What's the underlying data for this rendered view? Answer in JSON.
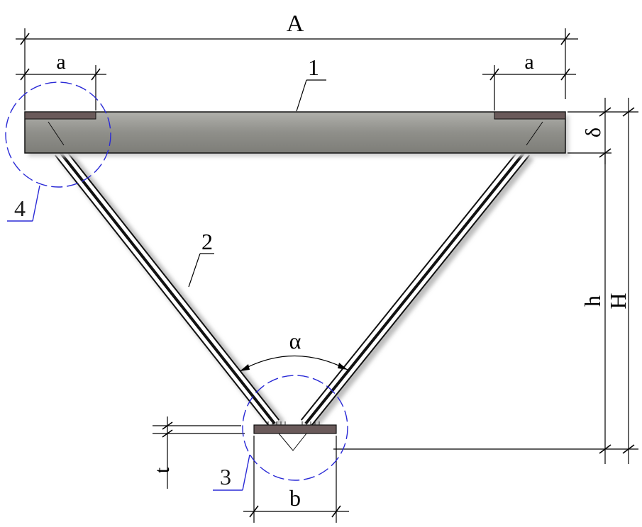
{
  "labels": {
    "A": "A",
    "a_left": "a",
    "a_right": "a",
    "b": "b",
    "t": "t",
    "h": "h",
    "H": "H",
    "delta": "δ",
    "alpha": "α"
  },
  "callouts": {
    "slab": "1",
    "strut": "2",
    "node_bottom": "3",
    "node_top": "4"
  },
  "colors": {
    "slab": "#8e8e8a",
    "plate": "#6a5a5a",
    "callout_circle": "#2a2ad6",
    "leader": "#2a2ad6"
  }
}
